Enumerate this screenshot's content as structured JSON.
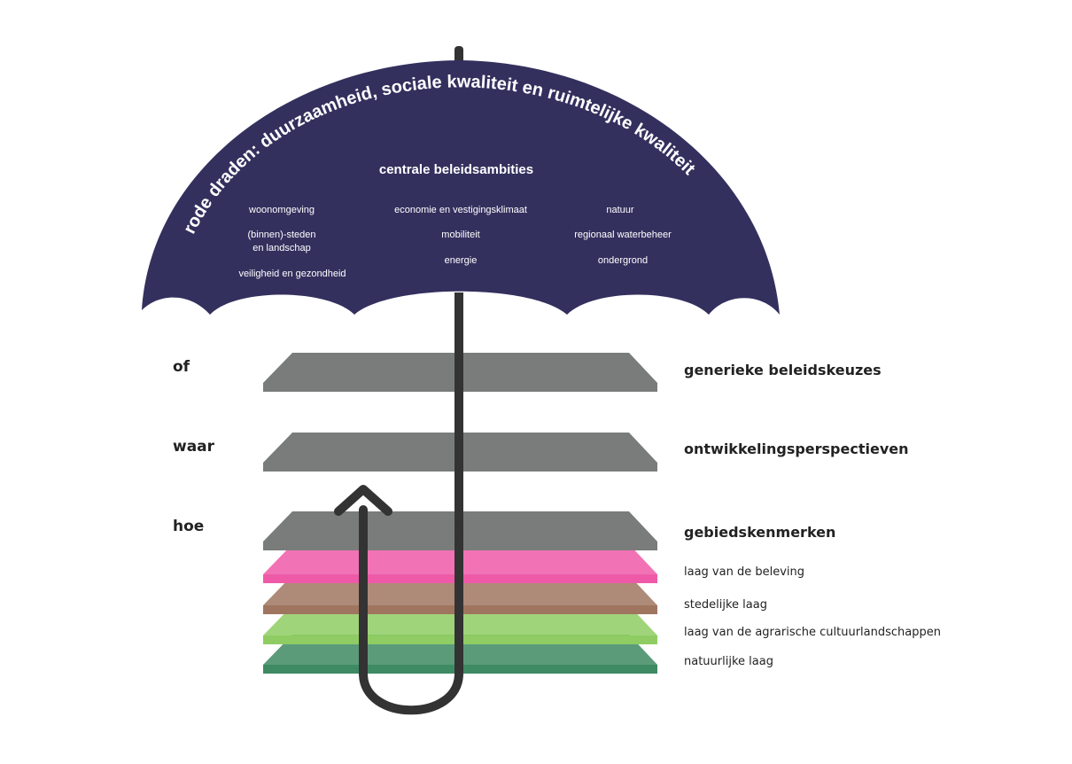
{
  "umbrella": {
    "arc_text": "rode draden: duurzaamheid, sociale kwaliteit en ruimtelijke kwaliteit",
    "heading": "centrale beleidsambities",
    "col_left": [
      "woonomgeving",
      "(binnen)-steden",
      "en landschap",
      "veiligheid en gezondheid"
    ],
    "col_mid": [
      "economie en vestigingsklimaat",
      "mobiliteit",
      "energie"
    ],
    "col_right": [
      "natuur",
      "regionaal waterbeheer",
      "ondergrond"
    ],
    "canopy_color": "#33305e"
  },
  "left_labels": [
    "of",
    "waar",
    "hoe"
  ],
  "planes": [
    {
      "label": "generieke beleidskeuzes",
      "color": "#7a7c7c"
    },
    {
      "label": "ontwikkelingsperspectieven",
      "color": "#7a7c7c"
    },
    {
      "label": "gebiedskenmerken",
      "color": "#7a7c7c"
    }
  ],
  "layers": [
    {
      "label": "laag van de beleving",
      "color": "#ee5aa8"
    },
    {
      "label": "stedelijke laag",
      "color": "#a07560"
    },
    {
      "label": "laag van de agrarische cultuurlandschappen",
      "color": "#8fcc63"
    },
    {
      "label": "natuurlijke laag",
      "color": "#3e8a63"
    }
  ]
}
